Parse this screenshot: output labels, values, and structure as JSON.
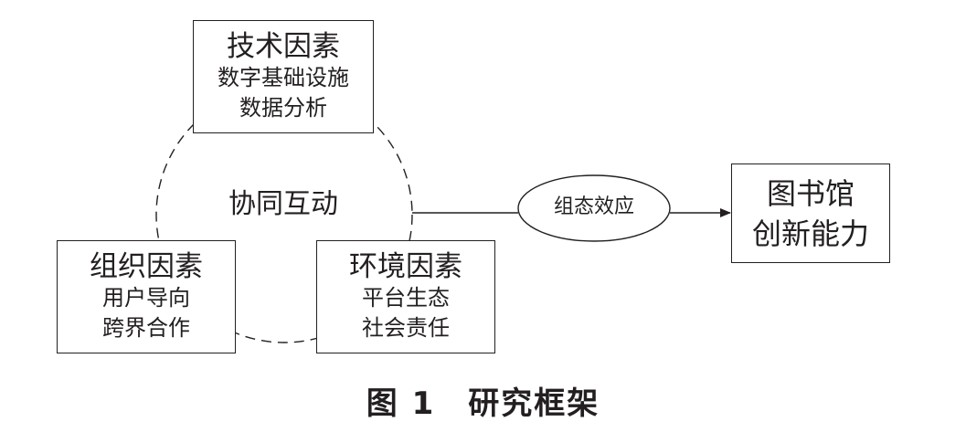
{
  "boxes": {
    "tech": {
      "title": "技术因素",
      "items": [
        "数字基础设施",
        "数据分析"
      ]
    },
    "org": {
      "title": "组织因素",
      "items": [
        "用户导向",
        "跨界合作"
      ]
    },
    "env": {
      "title": "环境因素",
      "items": [
        "平台生态",
        "社会责任"
      ]
    },
    "result": {
      "lines": [
        "图书馆",
        "创新能力"
      ]
    }
  },
  "center_label": "协同互动",
  "effect_label": "组态效应",
  "caption": "图 1　研究框架"
}
